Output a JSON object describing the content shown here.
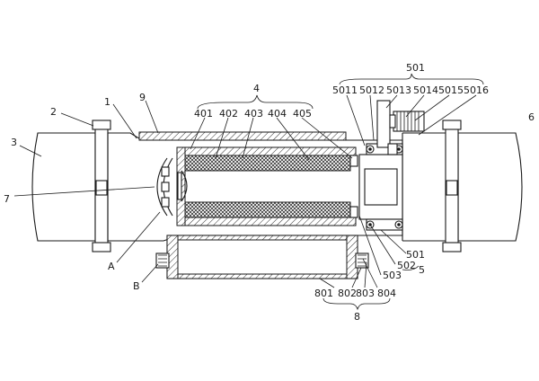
{
  "labels": {
    "l1": "1",
    "l2": "2",
    "l3": "3",
    "l4": "4",
    "l401": "401",
    "l402": "402",
    "l403": "403",
    "l404": "404",
    "l405": "405",
    "l5": "5",
    "l501": "501",
    "l501b": "501",
    "l502": "502",
    "l503": "503",
    "l5011": "5011",
    "l5012": "5012",
    "l5013": "5013",
    "l5014": "5014",
    "l5015": "5015",
    "l5016": "5016",
    "l6": "6",
    "l7": "7",
    "l8": "8",
    "l801": "801",
    "l802": "802",
    "l803": "803",
    "l804": "804",
    "l9": "9",
    "lA": "A",
    "lB": "B"
  }
}
